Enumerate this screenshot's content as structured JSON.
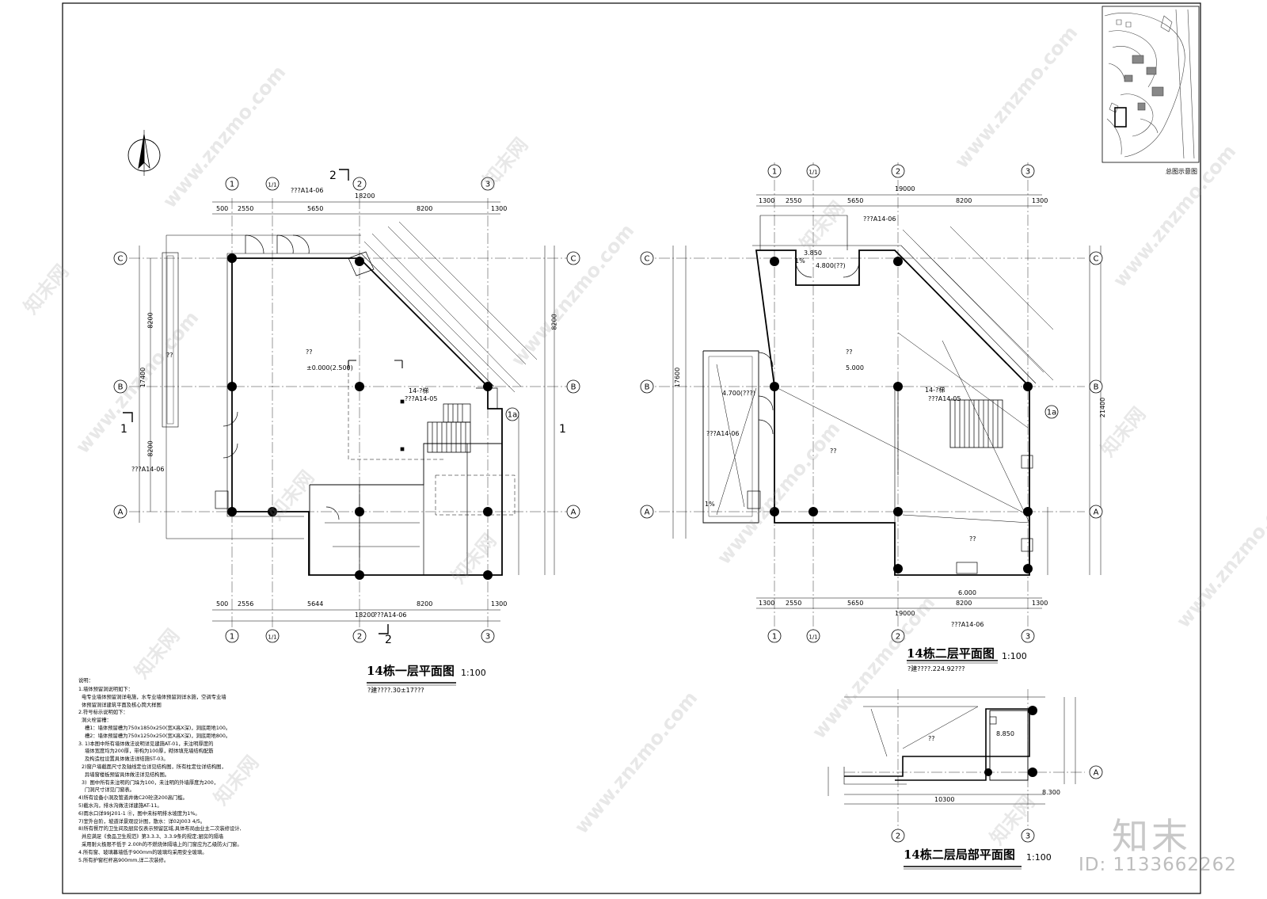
{
  "sheet": {
    "plan1": {
      "title": "14栋一层平面图",
      "scale": "1:100",
      "subtitle": "?建????.30±17???"
    },
    "plan2": {
      "title": "14栋二层平面图",
      "scale": "1:100",
      "subtitle": "?建????.224.92???"
    },
    "plan3": {
      "title": "14栋二层局部平面图",
      "scale": "1:100"
    },
    "site_caption": "总图示意图"
  },
  "grid_labels": {
    "cols": [
      "1",
      "1/1",
      "2",
      "3"
    ],
    "rows": [
      "C",
      "B",
      "A"
    ],
    "col_1a": "1a"
  },
  "dimensions": {
    "plan1_total": "18200",
    "plan2_total": "19000",
    "plan3_total": "10300",
    "plan1_top_chain": [
      "500",
      "2550",
      "5650",
      "8200",
      "1300"
    ],
    "plan1_bottom_chain": [
      "500",
      "2556",
      "5644",
      "8200",
      "1300"
    ],
    "plan2_top_chain": [
      "1300",
      "2550",
      "5650",
      "8200",
      "1300"
    ],
    "plan2_bottom_chain": [
      "1300",
      "2550",
      "5650",
      "8200",
      "1300"
    ],
    "plan1_left_total": "17400",
    "plan2_left_total": "17600",
    "plan2_right_total": "21400",
    "bay_8200": "8200"
  },
  "annotations": {
    "ref_a1406": "???A14-06",
    "ref_a1405": "???A14-05",
    "stair": "14-?梯",
    "level_0": "±0.000(2.500)",
    "level_5": "5.000",
    "level_3850": "3.850",
    "level_4800": "4.800(??)",
    "level_4700": "4.700(???)",
    "level_6000": "6.000",
    "level_8850": "8.850",
    "level_8300": "8.300",
    "section_2": "2",
    "section_1": "1",
    "slope": "1%",
    "qq": "??"
  },
  "notes": {
    "heading": "说明：",
    "lines": [
      "1.墙体预留洞说明如下：",
      "  电专业墙体预留洞详电施，水专业墙体预留洞详水施，空调专业墙",
      "  体预留洞详建筑平面及核心筒大样图",
      "2.符号标示说明如下：",
      "  洞火栓留槽：",
      "    槽1：墙体预留槽为750x1850x250(宽X高X深)，洞底距地100。",
      "    槽2：墙体预留槽为750x1250x250(宽X高X深)，洞底距地800。",
      "3. 1)本图中所有墙体做法说明详见建施AT-01，未注明厚度的",
      "    墙体宽度均为200厚，带构为100厚，砌体填充墙结构配筋",
      "    及构造柱设置具体做法详结施ST-03。",
      "  2)窗户墙截面尺寸及轴线定位详见结构图，所有柱定位详结构图，",
      "    异墙窗楼板预留具体做法详见结构图。",
      "  3)  图中所有未注明的门垛为100，未注明的外墙厚度为200，",
      "    门洞尺寸详见门窗表。",
      "4)所有设备小洞及管道井做C20砼浇200高门槛。",
      "5)截水沟，排水沟做法详建施AT-11。",
      "6)雨水口详99J201-1 ⓪，图中未标明排水坡度为1%。",
      "7)室外台阶，坡道详景观设计图，散水：详02J003 4/5。",
      "8)所有餐厅的卫生间及厨房仅表示预留区域,具体布局由业主二次装修设计,",
      "  并应满足《食品卫生规范》第3.3.3、3.3.9条的规定;厨房的隔墙",
      "  采用耐火极限不低于 2.00h的不燃烧体隔墙上的门窗应为乙级防火门窗。",
      "4.所有窗、玻璃幕墙低于900mm的玻璃均采用安全玻璃。",
      "5.所有护窗栏杆高900mm,详二次装修。"
    ]
  },
  "watermark": {
    "brand": "知末",
    "id": "ID: 1133662262",
    "url": "www.znzmo.com",
    "cn": "知末网"
  }
}
